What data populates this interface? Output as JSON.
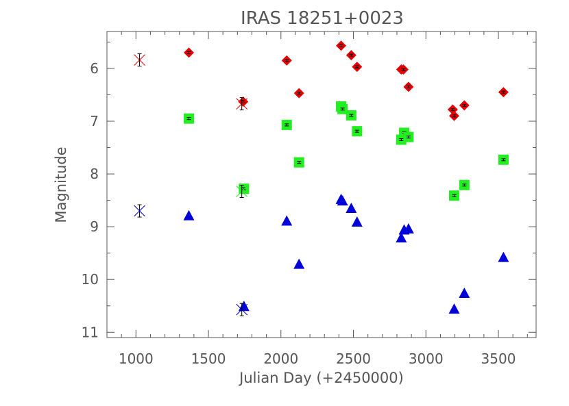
{
  "chart_data": {
    "type": "scatter",
    "title": "IRAS 18251+0023",
    "xlabel": "Julian Day (+2450000)",
    "ylabel": "Magnitude",
    "xlim": [
      800,
      3760
    ],
    "ylim": [
      11.1,
      5.3
    ],
    "y_inverted": true,
    "grid": false,
    "x_ticks": [
      "1000",
      "1500",
      "2000",
      "2500",
      "3000",
      "3500"
    ],
    "y_ticks": [
      "6",
      "7",
      "8",
      "9",
      "10",
      "11"
    ],
    "colors": {
      "red": "#e80000",
      "green": "#22ee22",
      "blue": "#0000d8",
      "axis": "#555555"
    },
    "series": [
      {
        "marker": "diamond",
        "color": "#e80000",
        "points": [
          {
            "x": 1365,
            "y": 5.7
          },
          {
            "x": 1740,
            "y": 6.63
          },
          {
            "x": 2040,
            "y": 5.85
          },
          {
            "x": 2125,
            "y": 6.47
          },
          {
            "x": 2415,
            "y": 5.57
          },
          {
            "x": 2485,
            "y": 5.75
          },
          {
            "x": 2525,
            "y": 5.97
          },
          {
            "x": 2830,
            "y": 6.02
          },
          {
            "x": 2845,
            "y": 6.02
          },
          {
            "x": 2880,
            "y": 6.35
          },
          {
            "x": 3185,
            "y": 6.78
          },
          {
            "x": 3195,
            "y": 6.9
          },
          {
            "x": 3265,
            "y": 6.7
          },
          {
            "x": 3535,
            "y": 6.45
          }
        ]
      },
      {
        "marker": "square",
        "color": "#22ee22",
        "points": [
          {
            "x": 1365,
            "y": 6.95
          },
          {
            "x": 1745,
            "y": 8.28
          },
          {
            "x": 2040,
            "y": 7.07
          },
          {
            "x": 2125,
            "y": 7.78
          },
          {
            "x": 2415,
            "y": 6.72
          },
          {
            "x": 2425,
            "y": 6.77
          },
          {
            "x": 2485,
            "y": 6.89
          },
          {
            "x": 2525,
            "y": 7.19
          },
          {
            "x": 2830,
            "y": 7.35
          },
          {
            "x": 2850,
            "y": 7.22
          },
          {
            "x": 2880,
            "y": 7.3
          },
          {
            "x": 3195,
            "y": 8.41
          },
          {
            "x": 3265,
            "y": 8.21
          },
          {
            "x": 3535,
            "y": 7.73
          }
        ]
      },
      {
        "marker": "triangle",
        "color": "#0000d8",
        "points": [
          {
            "x": 1365,
            "y": 8.8
          },
          {
            "x": 1745,
            "y": 10.52
          },
          {
            "x": 2040,
            "y": 8.9
          },
          {
            "x": 2125,
            "y": 9.72
          },
          {
            "x": 2415,
            "y": 8.49
          },
          {
            "x": 2425,
            "y": 8.52
          },
          {
            "x": 2485,
            "y": 8.66
          },
          {
            "x": 2525,
            "y": 8.92
          },
          {
            "x": 2830,
            "y": 9.22
          },
          {
            "x": 2850,
            "y": 9.07
          },
          {
            "x": 2880,
            "y": 9.05
          },
          {
            "x": 3195,
            "y": 10.57
          },
          {
            "x": 3265,
            "y": 10.27
          },
          {
            "x": 3535,
            "y": 9.59
          }
        ]
      },
      {
        "marker": "cross",
        "color": "#e80000",
        "points": [
          {
            "x": 1025,
            "y": 5.84
          },
          {
            "x": 1730,
            "y": 6.67
          }
        ]
      },
      {
        "marker": "cross",
        "color": "#22ee22",
        "points": [
          {
            "x": 1730,
            "y": 8.33
          }
        ]
      },
      {
        "marker": "cross",
        "color": "#0000d8",
        "points": [
          {
            "x": 1025,
            "y": 8.7
          },
          {
            "x": 1730,
            "y": 10.57
          }
        ]
      }
    ]
  }
}
